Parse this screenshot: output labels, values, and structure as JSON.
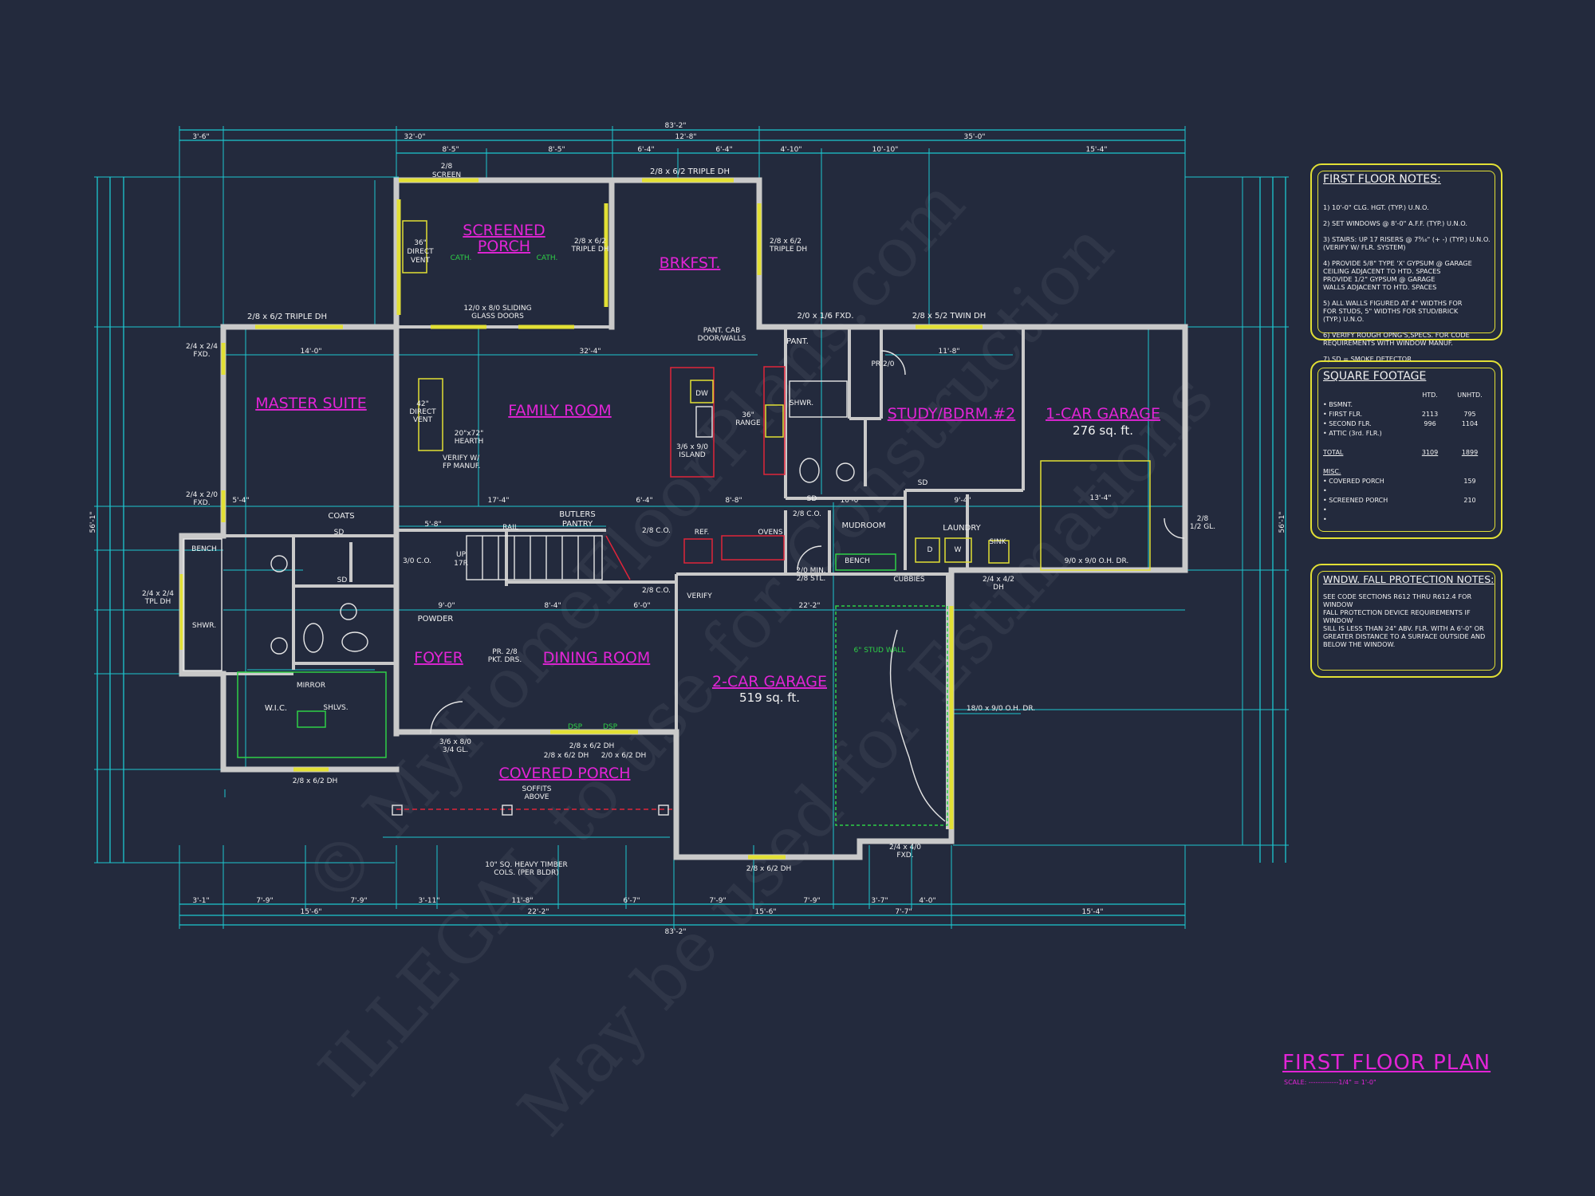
{
  "watermark": {
    "line1": "© MyHomeFloorPlans.com",
    "line2": "ILLEGAL to use for Construction",
    "line3": "May be used for Estimations"
  },
  "rooms": {
    "screened_porch": [
      "SCREENED",
      "PORCH"
    ],
    "brkfst": "BRKFST.",
    "master_suite": "MASTER SUITE",
    "family_room": "FAMILY ROOM",
    "study": "STUDY/BDRM.#2",
    "garage1": "1-CAR GARAGE",
    "garage1_sqft": "276 sq. ft.",
    "foyer": "FOYER",
    "dining": "DINING ROOM",
    "garage2": "2-CAR GARAGE",
    "garage2_sqft": "519 sq. ft.",
    "covered_porch": "COVERED PORCH"
  },
  "labels": {
    "screen": [
      "2/8",
      "SCREEN"
    ],
    "triple_dh_top": "2/8 x 6/2 TRIPLE DH",
    "triple_dh_porch": [
      "2/8 x 6/2",
      "TRIPLE DH"
    ],
    "triple_dh_brk": [
      "2/8 x 6/2",
      "TRIPLE DH"
    ],
    "direct_vent_porch": [
      "36\"",
      "DIRECT",
      "VENT"
    ],
    "cath_1": "CATH.",
    "cath_2": "CATH.",
    "sliding": [
      "12/0 x 8/0 SLIDING",
      "GLASS DOORS"
    ],
    "triple_dh_master": "2/8 x 6/2 TRIPLE DH",
    "fxd_2414": [
      "2/4 x 2/4",
      "FXD."
    ],
    "fxd_2410": [
      "2/4 x 2/0",
      "FXD."
    ],
    "fxd_2116": "2/0 x 1/6 FXD.",
    "twin_dh": "2/8 x 5/2 TWIN DH",
    "pant_cab": [
      "PANT. CAB",
      "DOOR/WALLS"
    ],
    "pant": "PANT.",
    "pr20": "PR 2/0",
    "shwr": "SHWR.",
    "direct_vent_fam": [
      "42\"",
      "DIRECT",
      "VENT"
    ],
    "hearth": [
      "20\"x72\"",
      "HEARTH"
    ],
    "verify_fp": [
      "VERIFY W/",
      "FP MANUF."
    ],
    "dw": "DW",
    "island": [
      "3/6 x 9/0",
      "ISLAND"
    ],
    "range": [
      "36\"",
      "RANGE"
    ],
    "coats": "COATS",
    "sd": "SD",
    "bench": "BENCH",
    "tpl_dh": [
      "2/4 x 2/4",
      "TPL DH"
    ],
    "rail": "RAIL",
    "butlers": [
      "BUTLERS",
      "PANTRY"
    ],
    "co_28": "2/8 C.O.",
    "co_310": "3/0 C.O.",
    "up": [
      "UP",
      "17R"
    ],
    "ref": "REF.",
    "ovens": "OVENS",
    "mudroom": "MUDROOM",
    "laundry": "LAUNDRY",
    "sink": "SINK",
    "d": "D",
    "w": "W",
    "cubbies": "CUBBIES",
    "stl": [
      "2/0 MIN.",
      "2/8 STL."
    ],
    "gl_12": [
      "2/8",
      "1/2 GL."
    ],
    "oh_dr_9": "9/0 x 9/0 O.H. DR.",
    "dh_2442": [
      "2/4 x 4/2",
      "DH"
    ],
    "powder": "POWDER",
    "pr28": [
      "PR. 2/8",
      "PKT. DRS."
    ],
    "verify": "VERIFY",
    "mirror": "MIRROR",
    "wic": "W.I.C.",
    "shlvs": "SHLVS.",
    "gl_34": [
      "3/6 x 8/0",
      "3/4 GL."
    ],
    "dh_master_bot": "2/8 x 6/2 DH",
    "dsp1": "DSP",
    "dsp2": "DSP",
    "dh_dining_1": [
      "2/8 x 6/2 DH",
      "2/8 x 6/2 DH"
    ],
    "dh_dining_2": "2/0 x 6/2 DH",
    "soffits": [
      "SOFFITS",
      "ABOVE"
    ],
    "stud_wall": "6\" STUD WALL",
    "oh_dr_18": "18/0 x 9/0 O.H. DR.",
    "fxd_2440": [
      "2/4 x 4/0",
      "FXD."
    ],
    "dh_garage_bot": "2/8 x 6/2 DH",
    "timber": [
      "10\" SQ. HEAVY TIMBER",
      "COLS. (PER BLDR)"
    ]
  },
  "dims": {
    "top_total": "83'-2\"",
    "top_row2": [
      "3'-6\"",
      "32'-0\"",
      "12'-8\"",
      "35'-0\""
    ],
    "top_row3": [
      "8'-5\"",
      "8'-5\"",
      "6'-4\"",
      "6'-4\"",
      "4'-10\"",
      "10'-10\"",
      "15'-4\""
    ],
    "bottom_total": "83'-2\"",
    "bottom_row1": [
      "3'-1\"",
      "7'-9\"",
      "7'-9\"",
      "3'-11\"",
      "11'-8\"",
      "6'-7\"",
      "7'-9\"",
      "7'-9\"",
      "3'-7\"",
      "4'-0\""
    ],
    "bottom_row2": [
      "15'-6\"",
      "22'-2\"",
      "15'-6\"",
      "7'-7\"",
      "15'-4\""
    ],
    "left_total": "56'-1\"",
    "right_total": "56'-1\"",
    "interior": [
      "14'-0\"",
      "32'-4\"",
      "11'-8\"",
      "13'-4\"",
      "22'-2\"",
      "17'-4\"",
      "8'-4\"",
      "6'-0\"",
      "10'-0\"",
      "9'-4\"",
      "5'-8\"",
      "9'-0\"",
      "8'-8\"",
      "6'-4\"",
      "5'-4\""
    ]
  },
  "notes": {
    "title": "FIRST FLOOR NOTES:",
    "items": [
      "1) 10'-0\" CLG. HGT. (TYP.) U.N.O.",
      "2) SET WINDOWS @ 8'-0\" A.F.F. (TYP.) U.N.O.",
      "3) STAIRS: UP 17 RISERS @ 7⁹⁄₁₆\" (+ -)  (TYP.) U.N.O.\n    (VERIFY W/ FLR. SYSTEM)",
      "4) PROVIDE 5/8\" TYPE 'X' GYPSUM @ GARAGE\n    CEILING ADJACENT TO HTD. SPACES\n    PROVIDE 1/2\" GYPSUM @ GARAGE\n    WALLS ADJACENT TO HTD. SPACES",
      "5) ALL WALLS FIGURED AT 4\" WIDTHS FOR\n    FOR STUDS, 5\" WIDTHS FOR STUD/BRICK\n    (TYP.) U.N.O.",
      "6) VERIFY ROUGH OPNG'S,SPECS. FOR CODE\n    REQUIREMENTS WITH WINDOW MANUF.",
      "7) SD = SMOKE DETECTOR"
    ]
  },
  "sqft": {
    "title": "SQUARE FOOTAGE",
    "col_htd": "HTD.",
    "col_unhtd": "UNHTD.",
    "rows": [
      {
        "name": "• BSMNT.",
        "htd": "",
        "unhtd": ""
      },
      {
        "name": "• FIRST FLR.",
        "htd": "2113",
        "unhtd": "795"
      },
      {
        "name": "• SECOND FLR.",
        "htd": "996",
        "unhtd": "1104"
      },
      {
        "name": "• ATTIC (3rd. FLR.)",
        "htd": "",
        "unhtd": ""
      },
      {
        "name": "",
        "htd": "",
        "unhtd": ""
      },
      {
        "name": "TOTAL",
        "htd": "3109",
        "unhtd": "1899"
      },
      {
        "name": "",
        "htd": "",
        "unhtd": ""
      },
      {
        "name": "MISC.",
        "htd": "",
        "unhtd": ""
      },
      {
        "name": "• COVERED PORCH",
        "htd": "",
        "unhtd": "159"
      },
      {
        "name": "•",
        "htd": "",
        "unhtd": ""
      },
      {
        "name": "• SCREENED PORCH",
        "htd": "",
        "unhtd": "210"
      },
      {
        "name": "•",
        "htd": "",
        "unhtd": ""
      },
      {
        "name": "•",
        "htd": "",
        "unhtd": ""
      }
    ]
  },
  "fall_notes": {
    "title": "WNDW. FALL PROTECTION NOTES:",
    "body": "SEE CODE SECTIONS R612 THRU R612.4 FOR WINDOW\nFALL PROTECTION DEVICE REQUIREMENTS IF WINDOW\nSILL IS LESS THAN 24\" ABV. FLR. WITH A 6'-0\" OR\nGREATER DISTANCE TO A SURFACE OUTSIDE AND\nBELOW THE WINDOW."
  },
  "plan_title": "FIRST FLOOR PLAN",
  "plan_scale": "SCALE: -------------1/4\" = 1'-0\""
}
